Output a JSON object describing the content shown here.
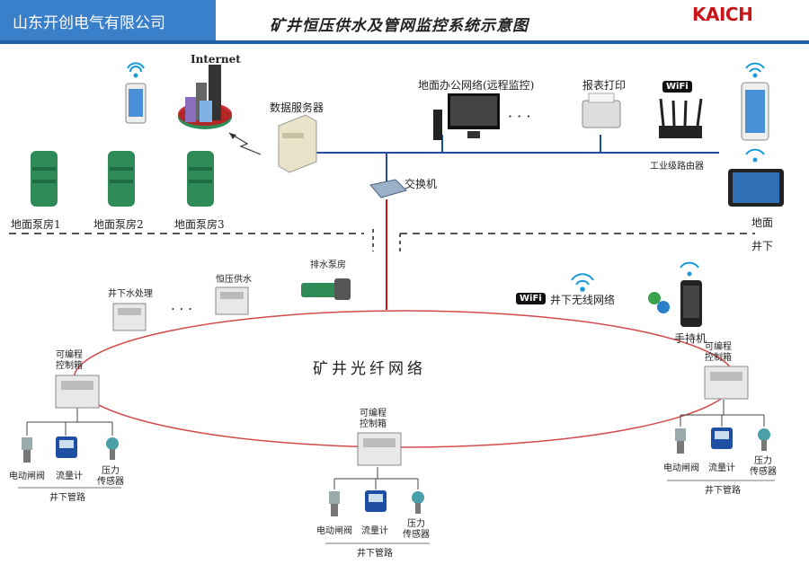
{
  "header": {
    "company": "山东开创电气有限公司",
    "title": "矿井恒压供水及管网监控系统示意图",
    "logo": "KAICH"
  },
  "surface": {
    "internet": "Internet",
    "server": "数据服务器",
    "office_network": "地面办公网络(远程监控)",
    "dots": "· · ·",
    "printer": "报表打印",
    "router": "工业级路由器",
    "switch": "交换机",
    "pump_rooms": [
      "地面泵房1",
      "地面泵房2",
      "地面泵房3"
    ],
    "wifi_badge": "WiFi"
  },
  "divider": {
    "above": "地面",
    "below": "井下"
  },
  "underground": {
    "water_treatment": "井下水处理",
    "dots": "· · ·",
    "const_pressure": "恒压供水",
    "drain_pump": "排水泵房",
    "wireless_network": "井下无线网络",
    "wifi_badge": "WiFi",
    "handheld": "手持机",
    "ring_network": "矿井光纤网络",
    "plc_label": "可编程\n控制箱",
    "branches": [
      {
        "valve": "电动闸阀",
        "flowmeter": "流量计",
        "sensor": "压力\n传感器",
        "pipeline": "井下管路"
      },
      {
        "valve": "电动闸阀",
        "flowmeter": "流量计",
        "sensor": "压力\n传感器",
        "pipeline": "井下管路"
      },
      {
        "valve": "电动闸阀",
        "flowmeter": "流量计",
        "sensor": "压力\n传感器",
        "pipeline": "井下管路"
      }
    ]
  },
  "colors": {
    "header_blue": "#3a7fc9",
    "network_line": "#1f4fa3",
    "fiber_line": "#c8161d",
    "ring_line": "#d24a4a",
    "pump_green": "#2e8b57",
    "logo_red": "#c8161d"
  }
}
